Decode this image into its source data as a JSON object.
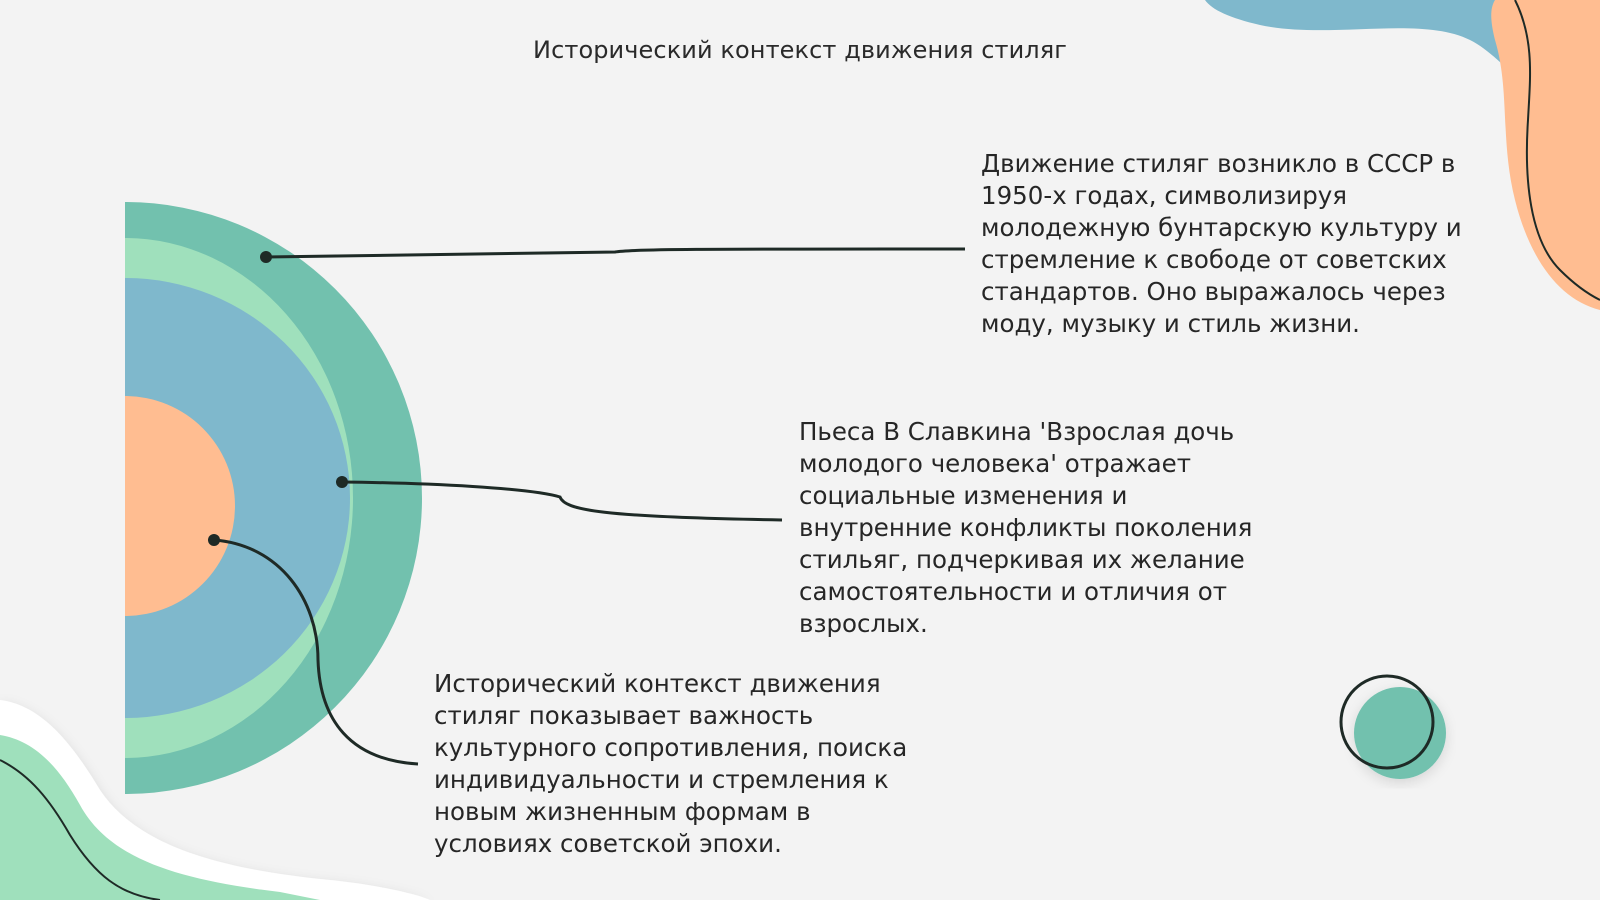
{
  "slide": {
    "title": "Исторический контекст движения стиляг",
    "points": [
      {
        "id": "outer-ring",
        "text": "Движение стиляг возникло в СССР в\n1950-х годах, символизируя\nмолодежную бунтарскую культуру и\nстремление к свободе от советских\nстандартов. Оно выражалось через\nмоду, музыку и стиль жизни."
      },
      {
        "id": "middle-ring",
        "text": "Пьеса В Славкина 'Взрослая дочь\nмолодого человека' отражает\nсоциальные изменения и\nвнутренние конфликты поколения\nстильяг, подчеркивая их желание\nсамостоятельности и отличия от\nвзрослых."
      },
      {
        "id": "core",
        "text": "Исторический контекст движения\nстиляг показывает важность\nкультурного сопротивления, поиска\nиндивидуальности и стремления к\nновым жизненным формам в\nусловиях советской эпохи."
      }
    ]
  },
  "colors": {
    "background": "#f3f3f3",
    "outer_ring": "#72c1ae",
    "light_ring": "#9fe0bc",
    "blue_ring": "#7fb8cc",
    "core": "#ffbd91",
    "connector": "#1e2a26"
  }
}
